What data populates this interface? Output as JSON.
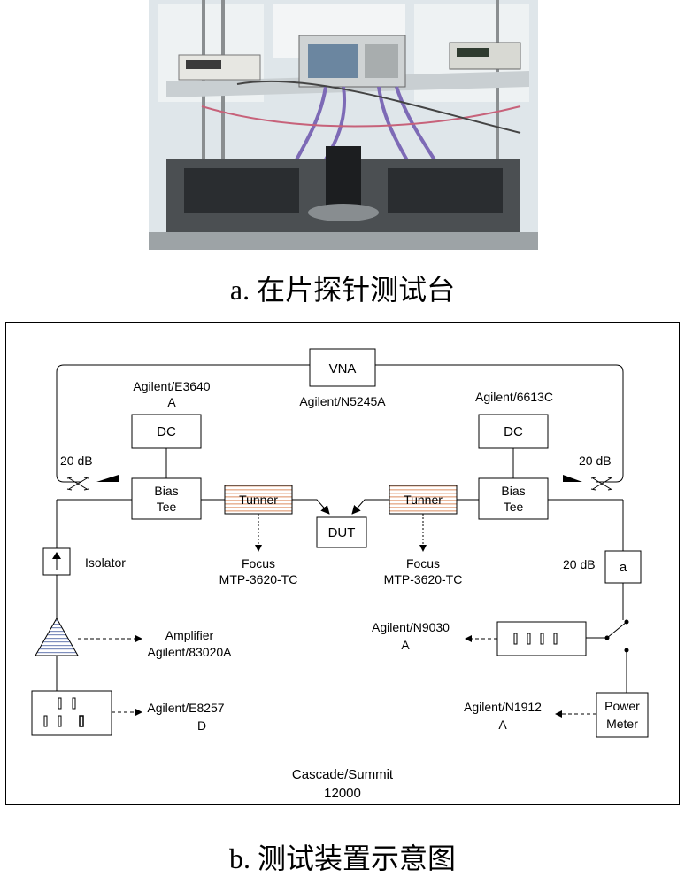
{
  "photo": {
    "caption": "a. 在片探针测试台"
  },
  "diagram": {
    "caption": "b. 测试装置示意图",
    "vna": {
      "label": "VNA",
      "model": "Agilent/N5245A"
    },
    "dc_left": {
      "label": "DC",
      "model_line1": "Agilent/E3640",
      "model_line2": "A"
    },
    "dc_right": {
      "label": "DC",
      "model": "Agilent/6613C"
    },
    "bias_tee_left": {
      "line1": "Bias",
      "line2": "Tee"
    },
    "bias_tee_right": {
      "line1": "Bias",
      "line2": "Tee"
    },
    "tuner_left": {
      "label": "Tunner",
      "note_line1": "Focus",
      "note_line2": "MTP-3620-TC"
    },
    "tuner_right": {
      "label": "Tunner",
      "note_line1": "Focus",
      "note_line2": "MTP-3620-TC"
    },
    "dut": {
      "label": "DUT"
    },
    "coupler_left": {
      "label": "20 dB"
    },
    "coupler_right": {
      "label": "20 dB"
    },
    "isolator": {
      "label": "Isolator"
    },
    "amplifier": {
      "line1": "Amplifier",
      "line2": "Agilent/83020A"
    },
    "signal_source": {
      "line1": "Agilent/E8257",
      "line2": "D"
    },
    "attenuator": {
      "level": "20 dB",
      "box_label": "a"
    },
    "spectrum_analyzer": {
      "line1": "Agilent/N9030",
      "line2": "A"
    },
    "power_meter": {
      "line1": "Power",
      "line2": "Meter",
      "model_line1": "Agilent/N1912",
      "model_line2": "A"
    },
    "station": {
      "line1": "Cascade/Summit",
      "line2": "12000"
    },
    "colors": {
      "tuner_stripe": "#e9b79b",
      "amplifier_stripe": "#7f8fbd"
    }
  }
}
